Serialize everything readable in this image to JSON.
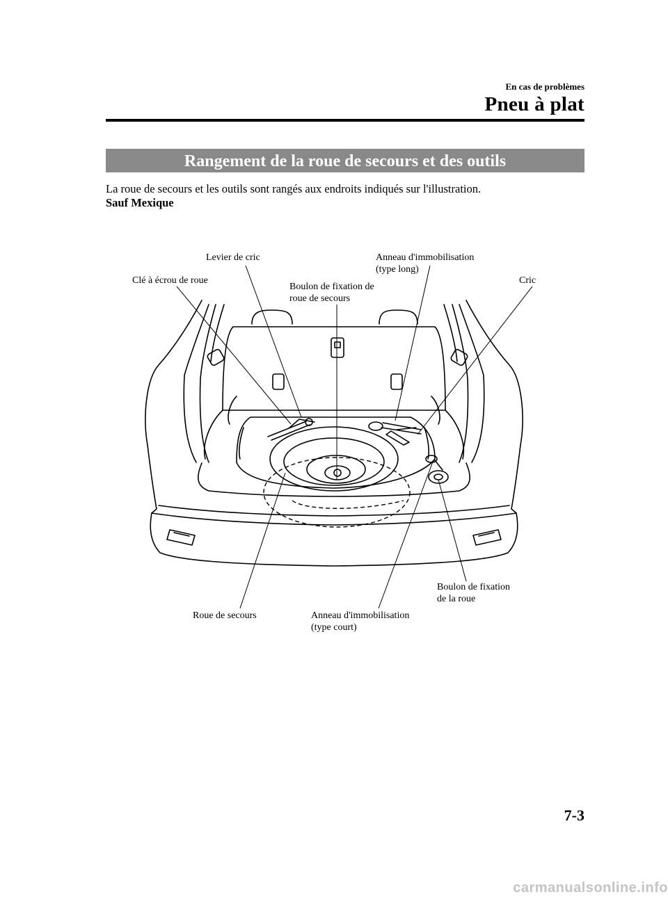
{
  "header": {
    "chapter": "En cas de problèmes",
    "section": "Pneu à plat"
  },
  "banner": {
    "title": "Rangement de la roue de secours et des outils"
  },
  "intro_text": "La roue de secours et les outils sont rangés aux endroits indiqués sur l'illustration.",
  "subheading": "Sauf Mexique",
  "callouts": {
    "levier_cric": "Levier de cric",
    "anneau_long_1": "Anneau d'immobilisation",
    "anneau_long_2": "(type long)",
    "cle_ecrou": "Clé à écrou de roue",
    "boulon_secours_1": "Boulon de fixation de",
    "boulon_secours_2": "roue de secours",
    "cric": "Cric",
    "boulon_roue_1": "Boulon de fixation",
    "boulon_roue_2": "de la roue",
    "roue_secours": "Roue de secours",
    "anneau_court_1": "Anneau d'immobilisation",
    "anneau_court_2": "(type court)"
  },
  "page_number": "7-3",
  "watermark": "carmanualsonline.info"
}
